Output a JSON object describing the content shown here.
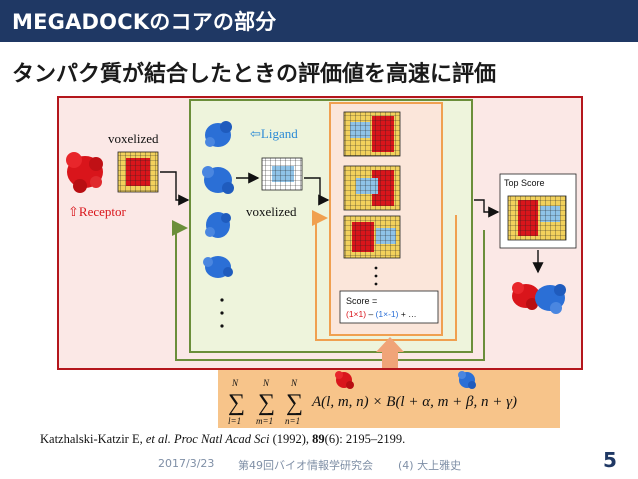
{
  "header": {
    "title": "MEGADOCKのコアの部分"
  },
  "subtitle": "タンパク質が結合したときの評価値を高速に評価",
  "diagram": {
    "voxelized_label_1": "voxelized",
    "receptor_label": "⇧Receptor",
    "ligand_label": "⇦Ligand",
    "voxelized_label_2": "voxelized",
    "top_score_label": "Top Score",
    "score_line_1": "Score =",
    "score_line_2_red": "(1×1)",
    "score_line_2_mid": " – ",
    "score_line_2_blue": "(1×-1)",
    "score_line_2_end": " + …",
    "formula_bounds": [
      "N",
      "N",
      "N",
      "l=1",
      "m=1",
      "n=1"
    ],
    "formula_body": "A(l, m, n) × B(l + α, m + β, n + γ)",
    "colors": {
      "receptor_red": "#d9151b",
      "ligand_blue": "#2b6fd6",
      "outer_box": "#b4161c",
      "green_box": "#6b8e3a",
      "orange_box": "#f0a050",
      "formula_bg": "#f7c48a"
    }
  },
  "reference": {
    "authors": "Katzhalski-Katzir E, ",
    "etal": "et al. ",
    "journal": "Proc Natl Acad Sci",
    "year_text": " (1992), ",
    "volume": "89",
    "pages": "(6): 2195–2199."
  },
  "footer": {
    "date": "2017/3/23",
    "event": "第49回バイオ情報学研究会",
    "author": "(4) 大上雅史"
  },
  "page_number": "5"
}
